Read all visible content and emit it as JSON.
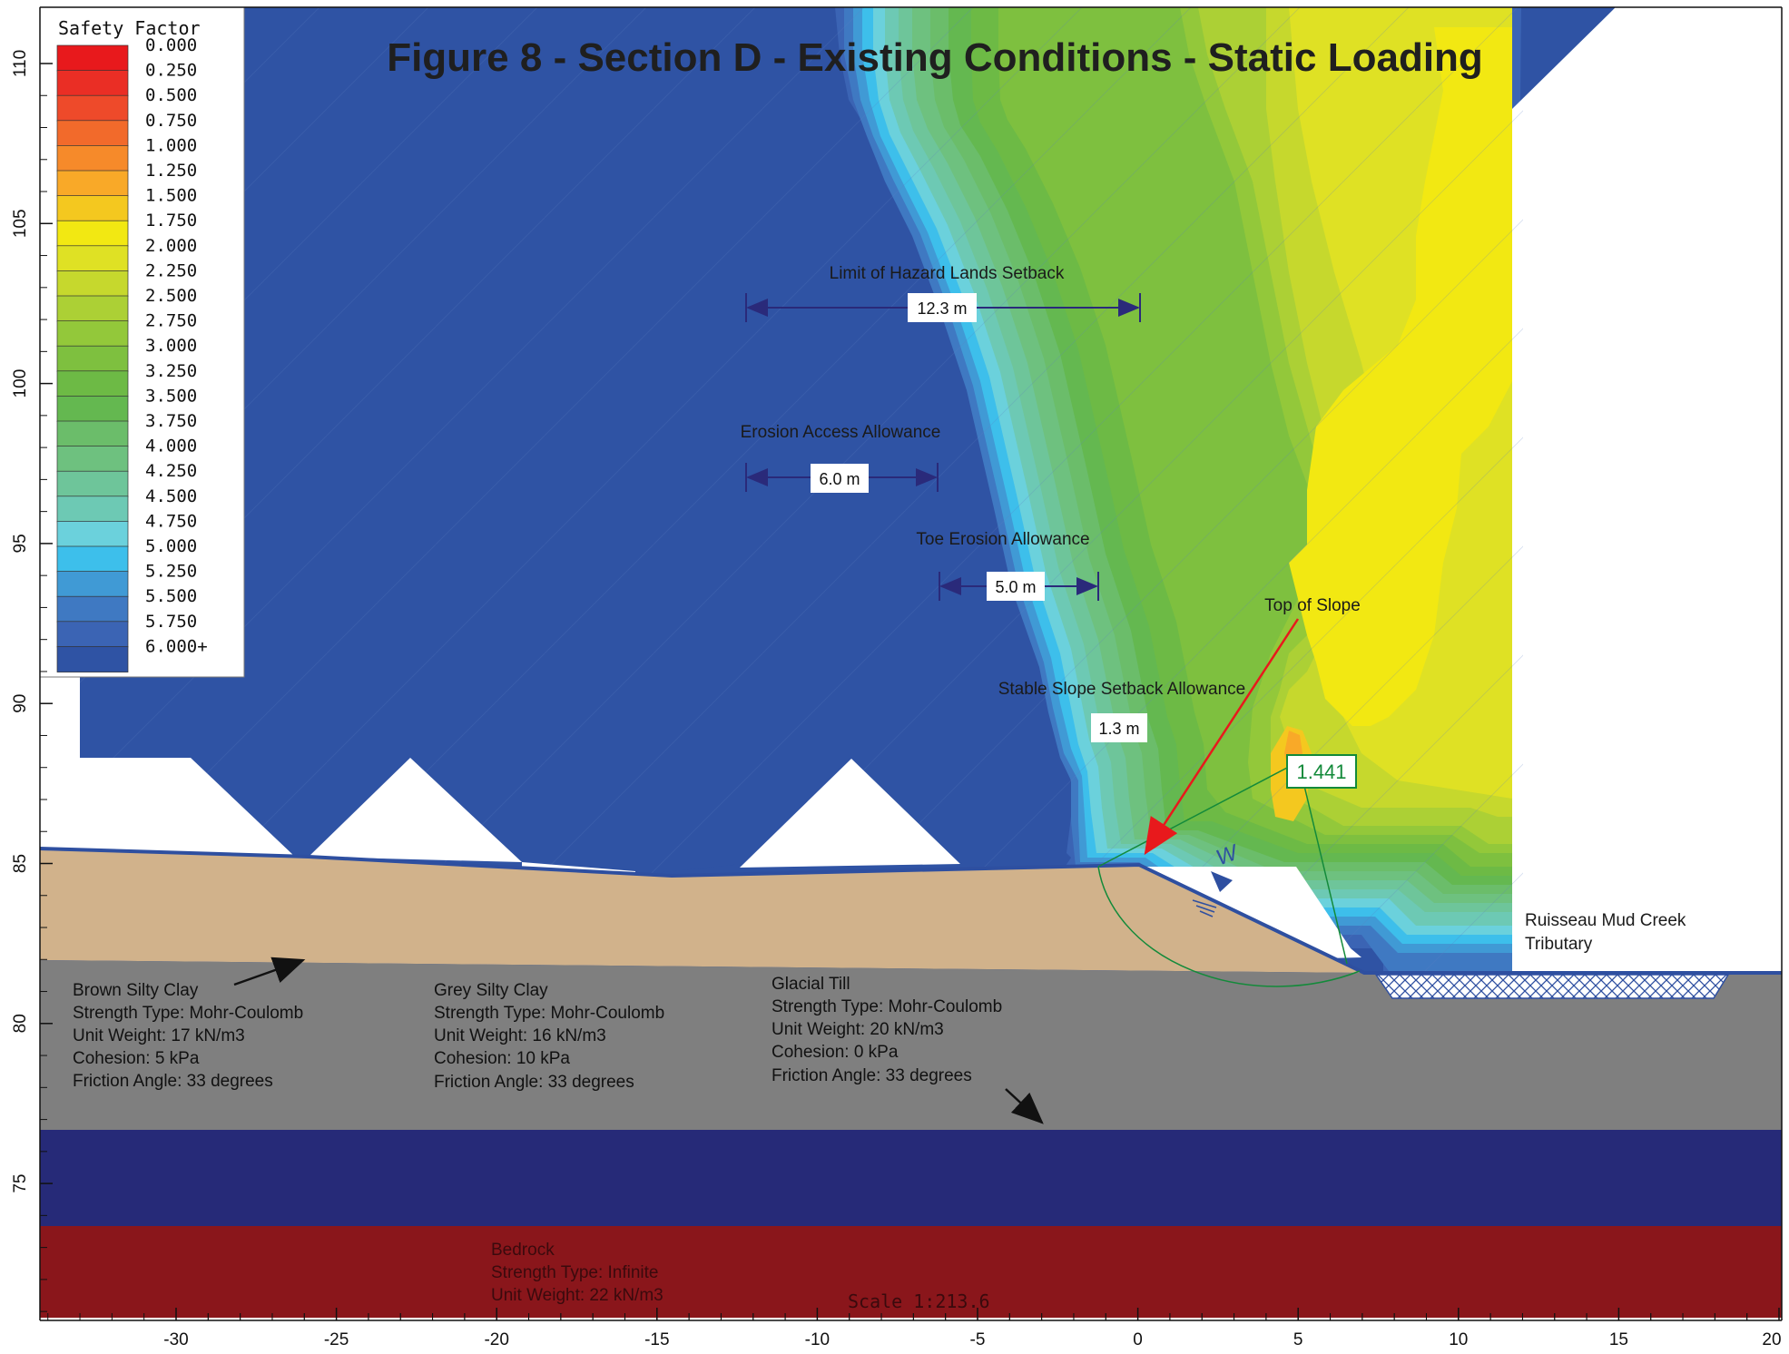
{
  "title": "Figure 8 - Section D - Existing Conditions - Static Loading",
  "legend": {
    "title": "Safety Factor",
    "entries": [
      {
        "label": "0.000",
        "color": "#e8191c"
      },
      {
        "label": "0.250",
        "color": "#ea2e25"
      },
      {
        "label": "0.500",
        "color": "#ee4a2a"
      },
      {
        "label": "0.750",
        "color": "#f26a2b"
      },
      {
        "label": "1.000",
        "color": "#f68a2a"
      },
      {
        "label": "1.250",
        "color": "#f9a928"
      },
      {
        "label": "1.500",
        "color": "#f4c81f"
      },
      {
        "label": "1.750",
        "color": "#f2e812"
      },
      {
        "label": "2.000",
        "color": "#dfe124"
      },
      {
        "label": "2.250",
        "color": "#c6d82d"
      },
      {
        "label": "2.500",
        "color": "#acd035"
      },
      {
        "label": "2.750",
        "color": "#93c83a"
      },
      {
        "label": "3.000",
        "color": "#7ec03f"
      },
      {
        "label": "3.250",
        "color": "#6dba45"
      },
      {
        "label": "3.500",
        "color": "#64b850"
      },
      {
        "label": "3.750",
        "color": "#6bbd6a"
      },
      {
        "label": "4.000",
        "color": "#6ec17f"
      },
      {
        "label": "4.250",
        "color": "#6ec59a"
      },
      {
        "label": "4.500",
        "color": "#6dc9b4"
      },
      {
        "label": "4.750",
        "color": "#6bd1dc"
      },
      {
        "label": "5.000",
        "color": "#3dbfeb"
      },
      {
        "label": "5.250",
        "color": "#409ad5"
      },
      {
        "label": "5.500",
        "color": "#3f79c2"
      },
      {
        "label": "5.750",
        "color": "#3b64b4"
      },
      {
        "label": "6.000+",
        "color": "#2f53a4"
      }
    ]
  },
  "y_axis": {
    "ticks": [
      "110",
      "105",
      "100",
      "95",
      "90",
      "85",
      "80",
      "75"
    ]
  },
  "x_axis": {
    "ticks": [
      "-30",
      "-25",
      "-20",
      "-15",
      "-10",
      "-5",
      "0",
      "5",
      "10",
      "15",
      "20"
    ]
  },
  "dimensions": {
    "hazard_setback": {
      "label": "Limit of Hazard Lands Setback",
      "value": "12.3 m"
    },
    "erosion_access": {
      "label": "Erosion Access Allowance",
      "value": "6.0 m"
    },
    "toe_erosion": {
      "label": "Toe Erosion Allowance",
      "value": "5.0 m"
    },
    "stable_slope": {
      "label": "Stable Slope Setback Allowance",
      "value": "1.3 m"
    }
  },
  "top_of_slope": "Top of Slope",
  "critical_fs": "1.441",
  "water_marker": "W",
  "creek_label": [
    "Ruisseau Mud Creek",
    "Tributary"
  ],
  "materials": {
    "brown_clay": [
      "Brown Silty Clay",
      "Strength Type: Mohr-Coulomb",
      "Unit Weight: 17 kN/m3",
      "Cohesion: 5 kPa",
      "Friction Angle: 33 degrees"
    ],
    "grey_clay": [
      "Grey Silty Clay",
      "Strength Type: Mohr-Coulomb",
      "Unit Weight: 16 kN/m3",
      "Cohesion: 10 kPa",
      "Friction Angle: 33 degrees"
    ],
    "glacial_till": [
      "Glacial Till",
      "Strength Type: Mohr-Coulomb",
      "Unit Weight: 20 kN/m3",
      "Cohesion: 0 kPa",
      "Friction Angle: 33 degrees"
    ],
    "bedrock": [
      "Bedrock",
      "Strength Type: Infinite",
      "Unit Weight: 22 kN/m3"
    ]
  },
  "colors": {
    "brown_clay": "#d1b28b",
    "grey_clay": "#7f7f7f",
    "glacial_till": "#262a78",
    "bedrock": "#8a161b",
    "surface_line": "#2e4fa0",
    "slip_circle": "#138a3a"
  },
  "scale": "Scale 1:213.6"
}
